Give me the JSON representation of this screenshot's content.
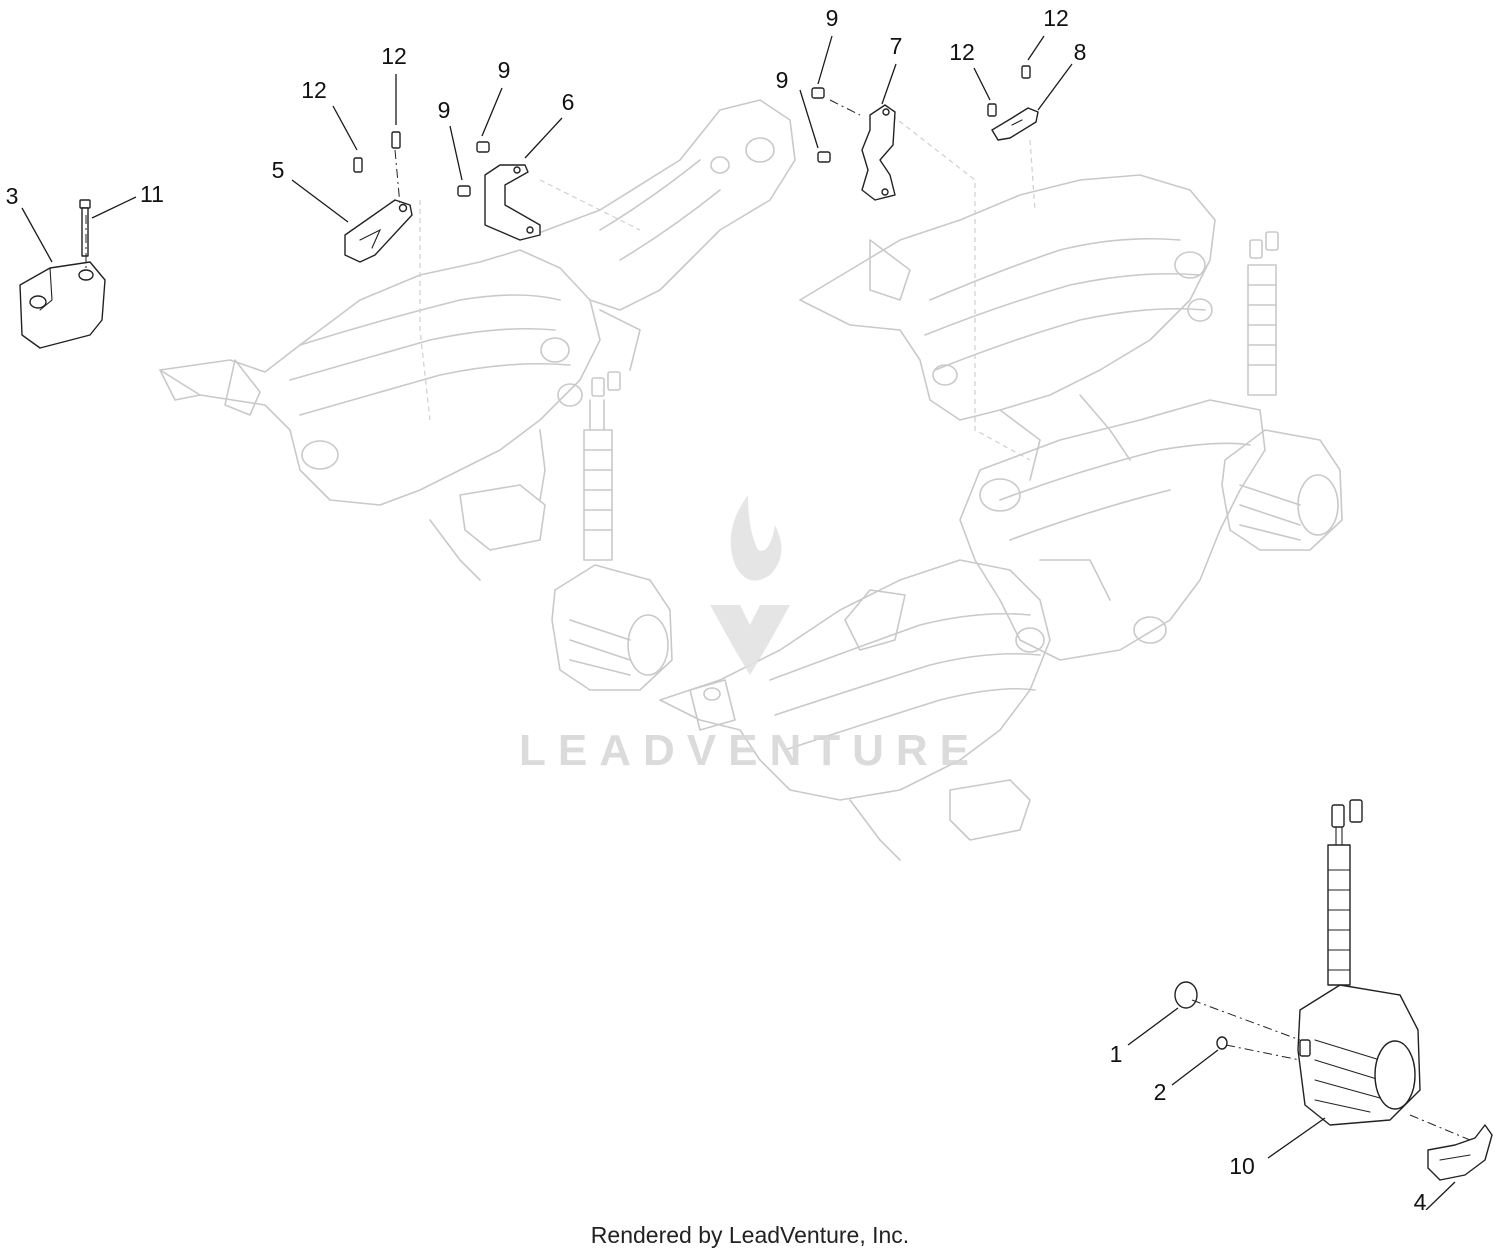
{
  "callouts": [
    {
      "id": "c3",
      "label": "3"
    },
    {
      "id": "c11",
      "label": "11"
    },
    {
      "id": "c5",
      "label": "5"
    },
    {
      "id": "c12a",
      "label": "12"
    },
    {
      "id": "c12b",
      "label": "12"
    },
    {
      "id": "c9a",
      "label": "9"
    },
    {
      "id": "c9b",
      "label": "9"
    },
    {
      "id": "c6",
      "label": "6"
    },
    {
      "id": "c9c",
      "label": "9"
    },
    {
      "id": "c9d",
      "label": "9"
    },
    {
      "id": "c7",
      "label": "7"
    },
    {
      "id": "c12c",
      "label": "12"
    },
    {
      "id": "c12d",
      "label": "12"
    },
    {
      "id": "c8",
      "label": "8"
    },
    {
      "id": "c1",
      "label": "1"
    },
    {
      "id": "c2",
      "label": "2"
    },
    {
      "id": "c10",
      "label": "10"
    },
    {
      "id": "c4",
      "label": "4"
    }
  ],
  "watermark": "LEADVENTURE",
  "footer": "Rendered by LeadVenture, Inc."
}
